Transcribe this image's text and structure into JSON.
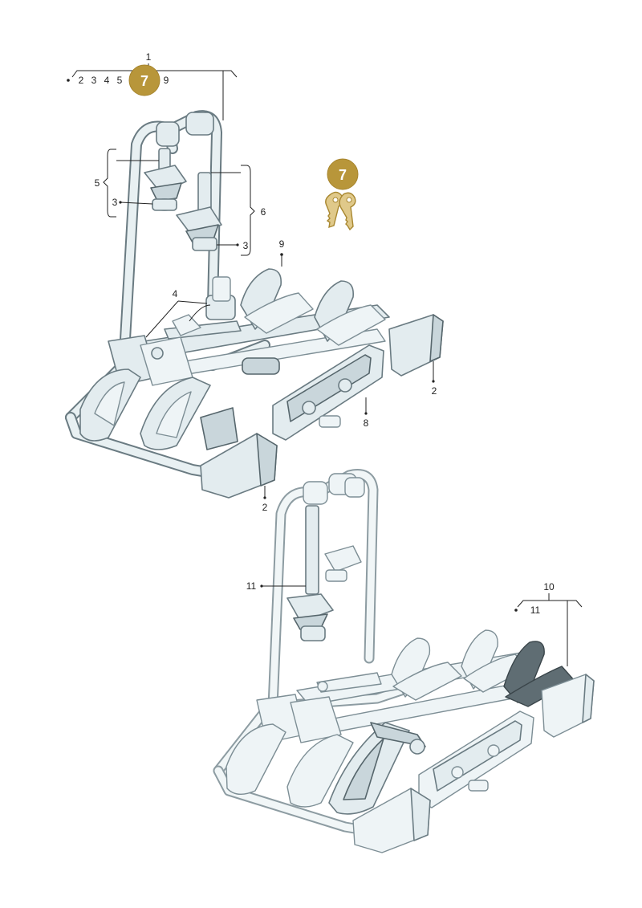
{
  "labels": {
    "top_group_main": "1",
    "top_group_items": [
      "2",
      "3",
      "4",
      "5"
    ],
    "top_group_badge": "7",
    "top_group_last": "9",
    "keys_badge": "7",
    "bracket_left": "5",
    "bracket_right": "6",
    "callout_3a": "3",
    "callout_3b": "3",
    "callout_9": "9",
    "callout_4": "4",
    "callout_2a": "2",
    "callout_8": "8",
    "callout_2b": "2",
    "callout_11": "11",
    "group2_main": "10",
    "group2_item": "11"
  },
  "colors": {
    "badge_fill": "#b8963a",
    "badge_text": "#ffffff",
    "part_fill": "#e3ecef",
    "part_stroke": "#6a7b82",
    "dark_part": "#5f6d73",
    "key_fill": "#e0c98a"
  }
}
